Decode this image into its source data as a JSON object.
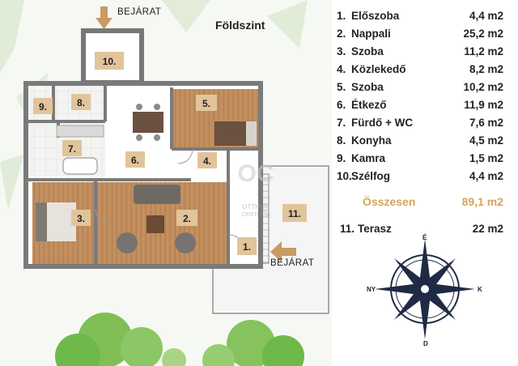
{
  "plan": {
    "title": "Földszint",
    "entry_label": "BEJÁRAT"
  },
  "rooms": [
    {
      "num": "1.",
      "name": "Előszoba",
      "area": "4,4 m2"
    },
    {
      "num": "2.",
      "name": "Nappali",
      "area": "25,2 m2"
    },
    {
      "num": "3.",
      "name": "Szoba",
      "area": "11,2 m2"
    },
    {
      "num": "4.",
      "name": "Közlekedő",
      "area": "8,2 m2"
    },
    {
      "num": "5.",
      "name": "Szoba",
      "area": "10,2 m2"
    },
    {
      "num": "6.",
      "name": "Étkező",
      "area": "11,9 m2"
    },
    {
      "num": "7.",
      "name": "Fürdő + WC",
      "area": "7,6 m2"
    },
    {
      "num": "8.",
      "name": "Konyha",
      "area": "4,5 m2"
    },
    {
      "num": "9.",
      "name": "Kamra",
      "area": "1,5 m2"
    },
    {
      "num": "10.",
      "name": "Szélfog",
      "area": "4,4 m2"
    }
  ],
  "total": {
    "label": "Összesen",
    "area": "89,1 m2"
  },
  "terrace": {
    "num": "11.",
    "name": "Terasz",
    "area": "22 m2"
  },
  "watermark": {
    "logo": "OC",
    "line1": "OTTHON",
    "line2": "CENTRUM"
  },
  "compass": {
    "north": "É",
    "south": "D",
    "west": "NY",
    "east": "K"
  },
  "colors": {
    "wood": "#b9875a",
    "wall": "#8a8a8a",
    "accent": "#d4a35a",
    "tree": "#6fb84a",
    "label_bg": "#e2c49b"
  }
}
